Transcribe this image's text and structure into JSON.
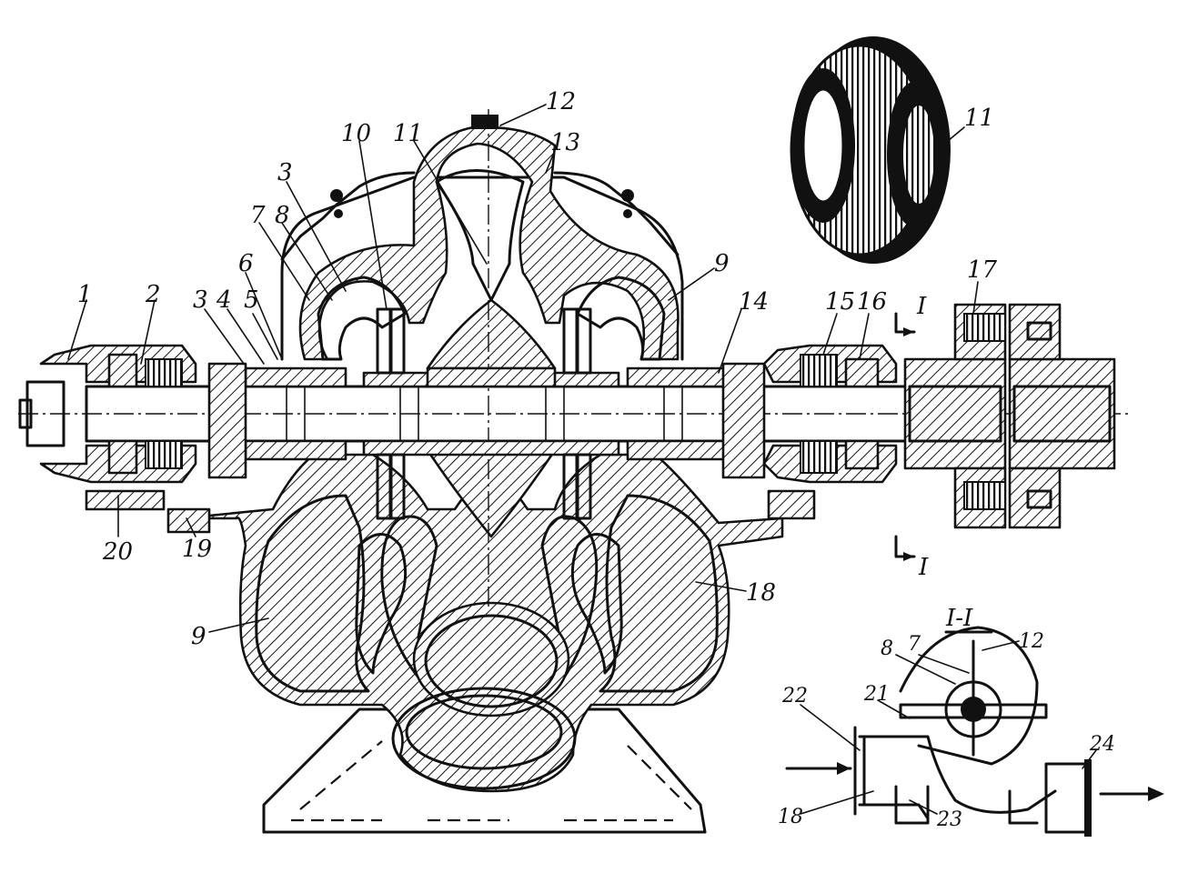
{
  "labels": {
    "l1": "1",
    "l2": "2",
    "l3a": "3",
    "l4": "4",
    "l5": "5",
    "l6": "6",
    "l7": "7",
    "l8": "8",
    "l3b": "3",
    "l10": "10",
    "l11a": "11",
    "l12a": "12",
    "l13": "13",
    "l9a": "9",
    "l14": "14",
    "l15": "15",
    "l16": "16",
    "l17": "17",
    "l11b": "11",
    "l20": "20",
    "l19": "19",
    "l9b": "9",
    "l18a": "18",
    "sec_top": "I",
    "sec_bottom": "I",
    "section_title": "I-I",
    "s8": "8",
    "s7": "7",
    "s12": "12",
    "s21": "21",
    "s22": "22",
    "s18": "18",
    "s23": "23",
    "s24": "24"
  }
}
